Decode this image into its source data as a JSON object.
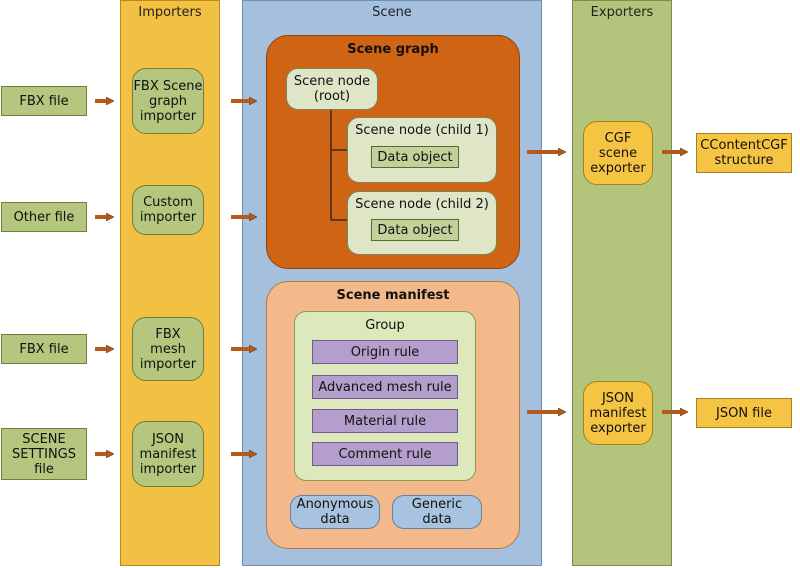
{
  "lanes": {
    "importers_title": "Importers",
    "scene_title": "Scene",
    "exporters_title": "Exporters"
  },
  "inputs": {
    "fbx_file_1": "FBX file",
    "other_file": "Other file",
    "fbx_file_2": "FBX file",
    "scene_settings_file": "SCENE SETTINGS file"
  },
  "importers": {
    "fbx_scene_graph": "FBX Scene graph importer",
    "custom": "Custom importer",
    "fbx_mesh": "FBX mesh importer",
    "json_manifest": "JSON manifest importer"
  },
  "scene_graph": {
    "title": "Scene graph",
    "root_node": "Scene node (root)",
    "child1": "Scene node (child 1)",
    "child2": "Scene node (child 2)",
    "data_object_1": "Data object",
    "data_object_2": "Data object"
  },
  "scene_manifest": {
    "title": "Scene manifest",
    "group": "Group",
    "rules": [
      "Origin rule",
      "Advanced mesh rule",
      "Material rule",
      "Comment rule"
    ],
    "anonymous_data": "Anonymous data",
    "generic_data": "Generic data"
  },
  "exporters": {
    "cgf_scene": "CGF scene exporter",
    "json_manifest": "JSON manifest exporter"
  },
  "outputs": {
    "ccontentcgf": "CContentCGF structure",
    "json_file": "JSON file"
  },
  "colors": {
    "importers_lane": "#f2c043",
    "scene_lane": "#a5c0dc",
    "exporters_lane": "#b3c47c",
    "scene_graph_panel": "#cf6415",
    "scene_manifest_panel": "#f3b98a",
    "arrow": "#b45a1e"
  }
}
